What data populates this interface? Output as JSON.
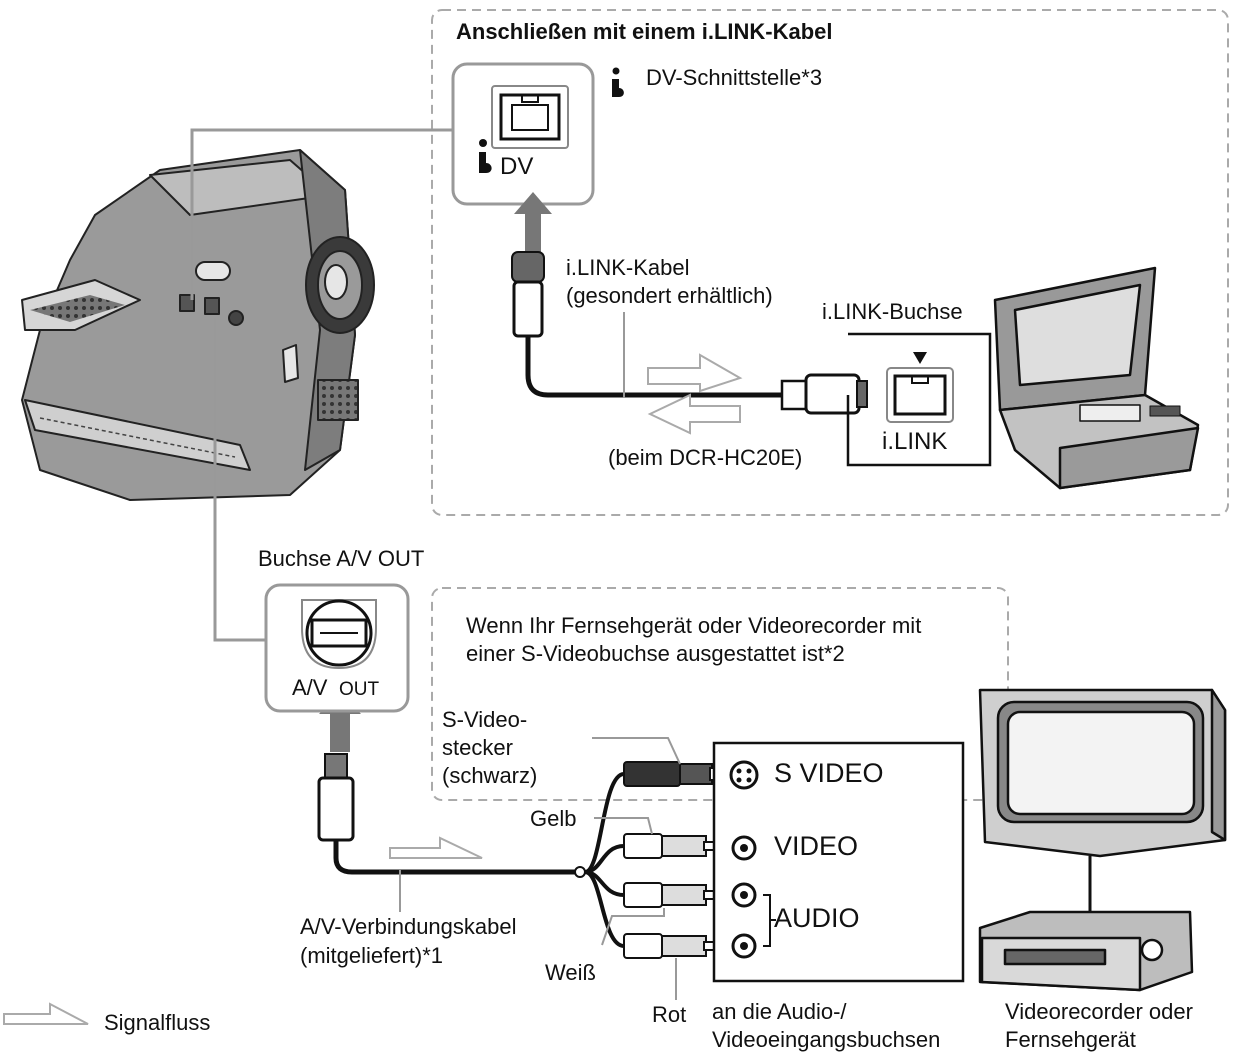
{
  "ilink_section": {
    "title": "Anschließen mit einem i.LINK-Kabel",
    "dv_interface": "DV-Schnittstelle*3",
    "dv_jack_label": "DV",
    "cable_name": "i.LINK-Kabel",
    "cable_note": "(gesondert erhältlich)",
    "jack_label": "i.LINK-Buchse",
    "model_note": "(beim DCR-HC20E)",
    "port_label": "i.LINK"
  },
  "av_section": {
    "jack_title": "Buchse A/V OUT",
    "jack_label_a": "A/V",
    "jack_label_b": "OUT",
    "svideo_note_line1": "Wenn Ihr Fernsehgerät oder Videorecorder mit",
    "svideo_note_line2": "einer S-Videobuchse ausgestattet ist*2",
    "svideo_plug_line1": "S-Video-",
    "svideo_plug_line2": "stecker",
    "svideo_plug_line3": "(schwarz)",
    "yellow": "Gelb",
    "white": "Weiß",
    "red": "Rot",
    "cable_name": "A/V-Verbindungskabel",
    "cable_note": "(mitgeliefert)*1",
    "inputs_line1": "an die Audio-/",
    "inputs_line2": "Videoeingangsbuchsen",
    "device_line1": "Videorecorder oder",
    "device_line2": "Fernsehgerät"
  },
  "panel_ports": {
    "svideo": "S VIDEO",
    "video": "VIDEO",
    "audio": "AUDIO"
  },
  "legend": {
    "signal_flow": "Signalfluss"
  }
}
